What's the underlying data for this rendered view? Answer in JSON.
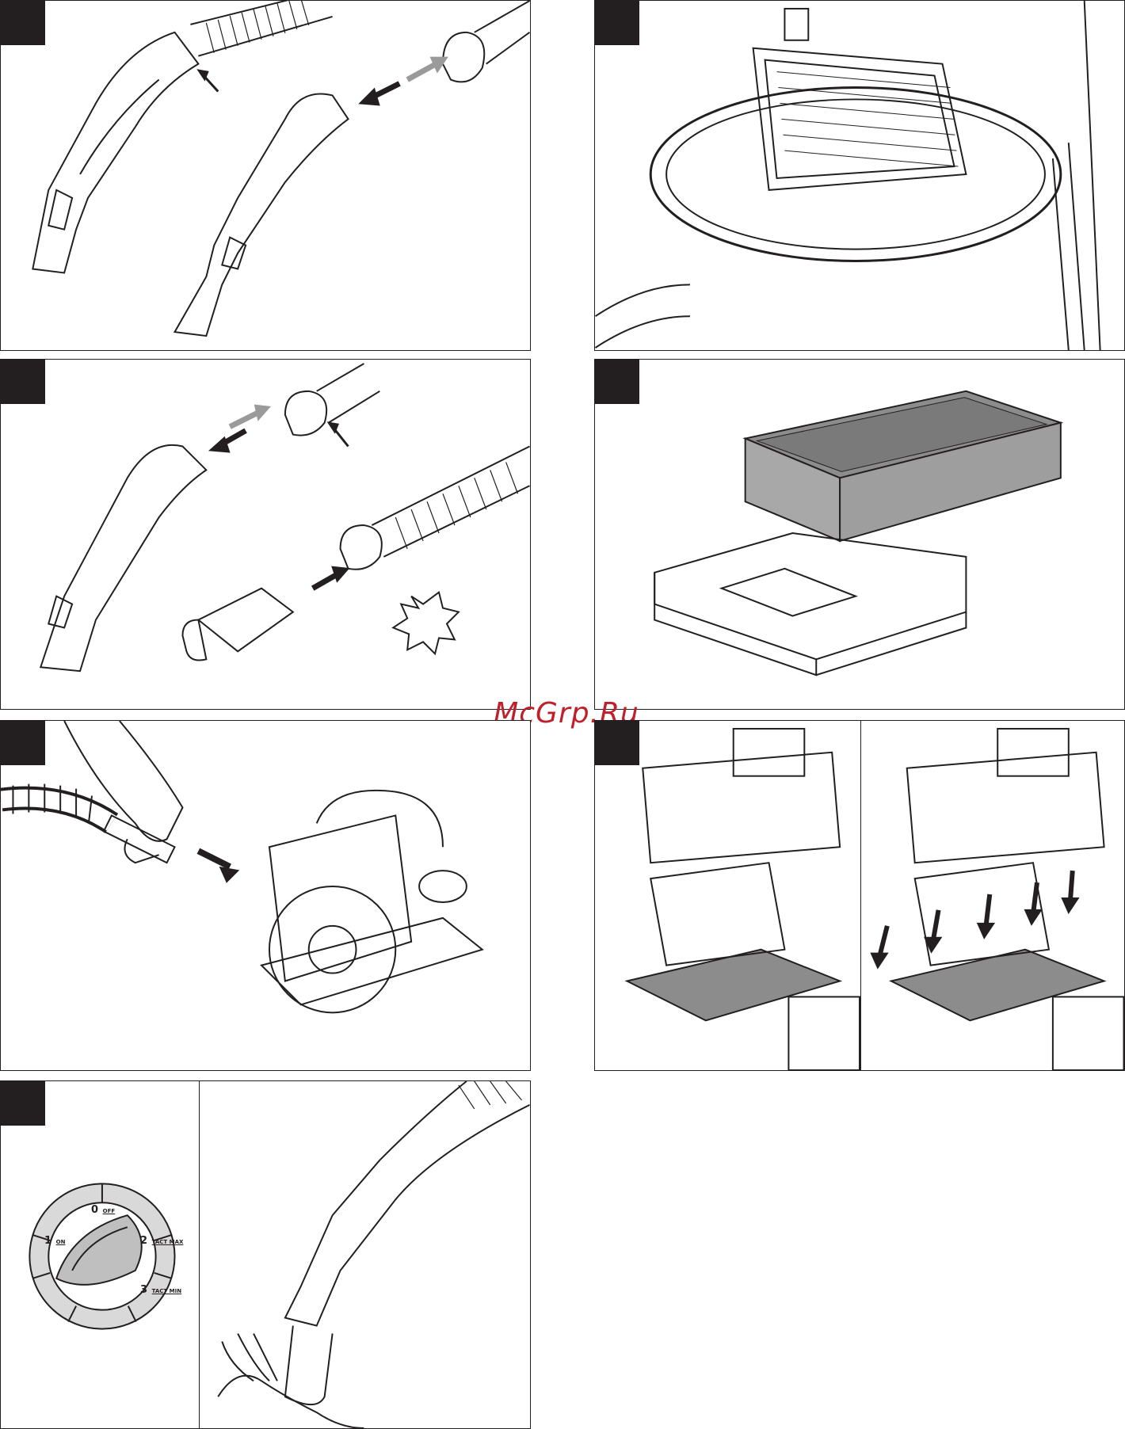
{
  "watermark": "McGrp.Ru",
  "switch_dial": {
    "positions": [
      {
        "num": "0",
        "label": "OFF"
      },
      {
        "num": "1",
        "label": "ON"
      },
      {
        "num": "2",
        "label": "TACT MAX"
      },
      {
        "num": "3",
        "label": "TACT MIN"
      }
    ]
  },
  "colors": {
    "line": "#231f20",
    "tag": "#231f20",
    "filter_gray": "#8c8c8c",
    "arrow_gray": "#9a9a9a",
    "watermark": "#c0202a"
  }
}
